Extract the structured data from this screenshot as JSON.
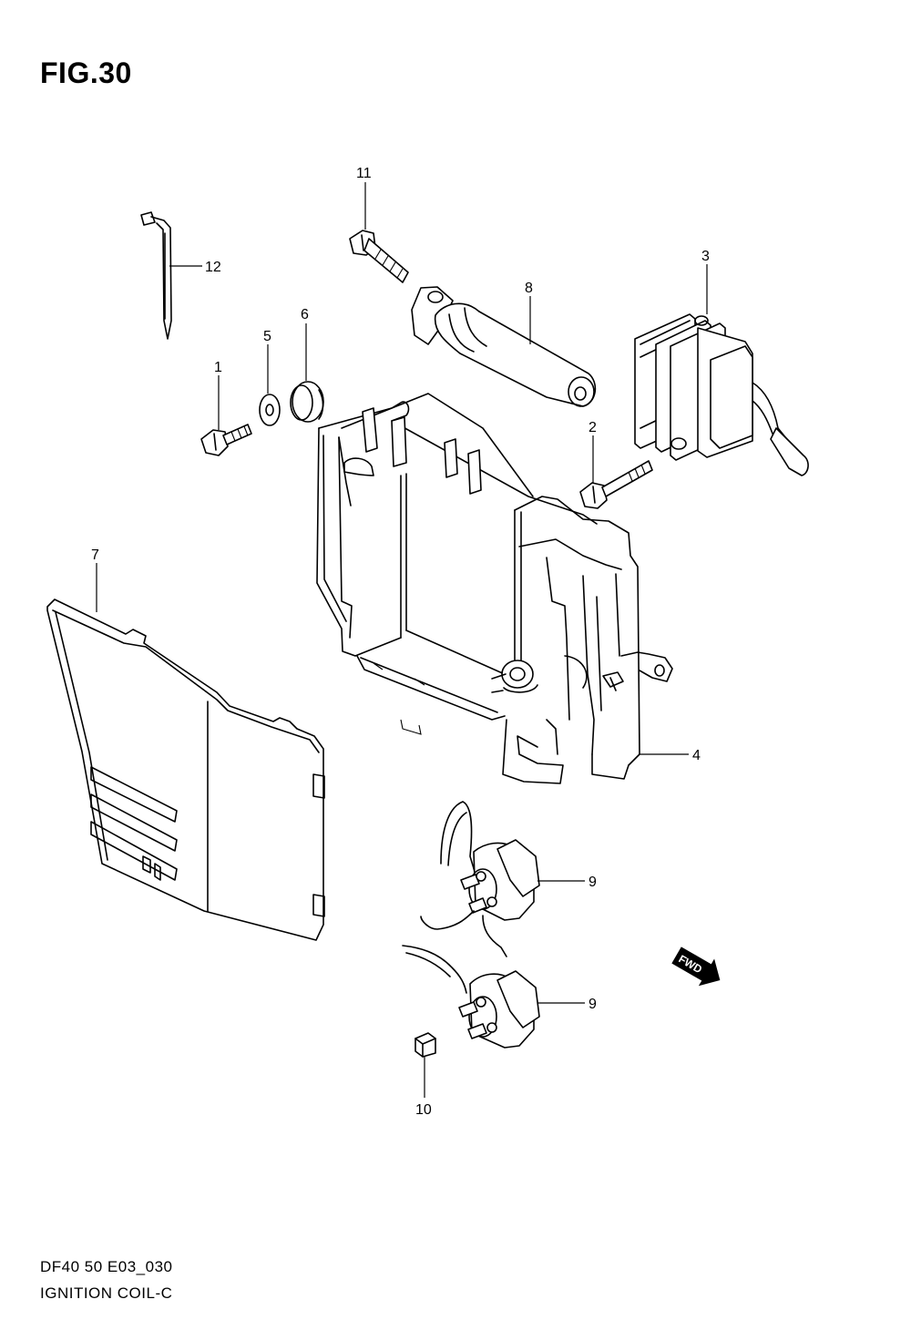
{
  "figure": {
    "title": "FIG.30"
  },
  "callouts": {
    "c1": "1",
    "c2": "2",
    "c3": "3",
    "c4": "4",
    "c5": "5",
    "c6": "6",
    "c7": "7",
    "c8": "8",
    "c9a": "9",
    "c9b": "9",
    "c10": "10",
    "c11": "11",
    "c12": "12"
  },
  "fwd_marker": {
    "label": "FWD",
    "icon": "fwd-arrow-icon"
  },
  "footer": {
    "code": "DF40 50 E03_030",
    "name": "IGNITION COIL-C"
  }
}
